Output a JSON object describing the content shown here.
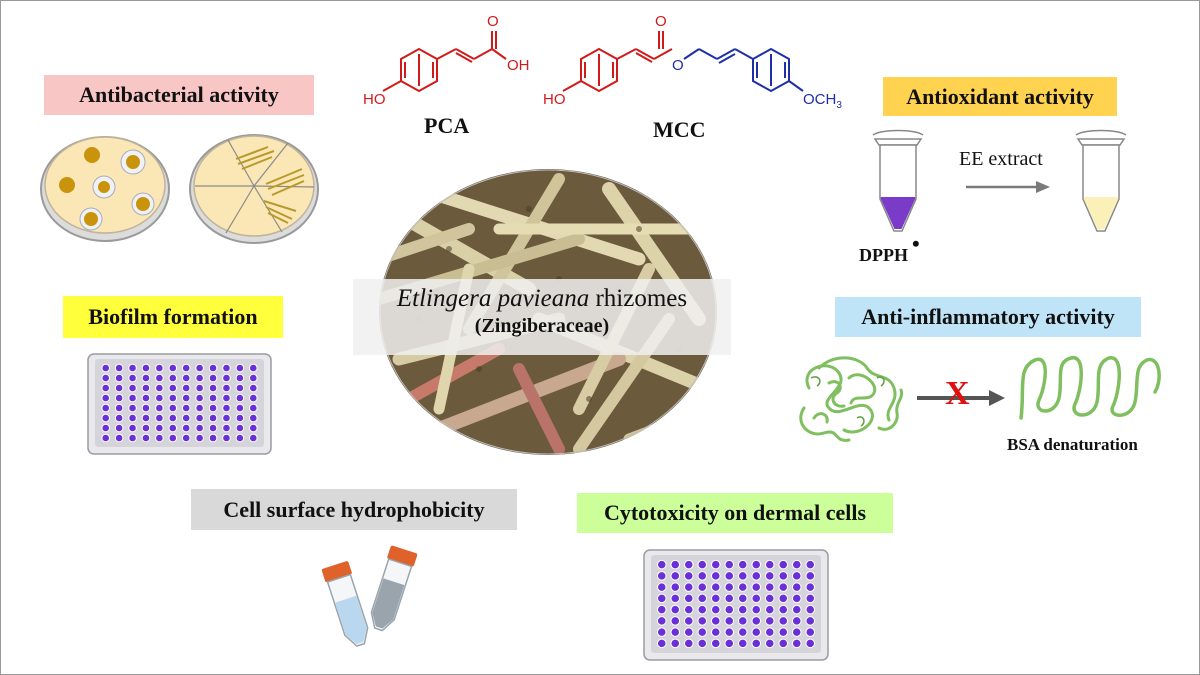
{
  "labels": {
    "antibacterial": "Antibacterial activity",
    "antioxidant": "Antioxidant activity",
    "biofilm": "Biofilm formation",
    "anti_inflammatory": "Anti-inflammatory activity",
    "hydrophobicity": "Cell surface hydrophobicity",
    "cytotoxicity": "Cytotoxicity on dermal cells"
  },
  "colors": {
    "antibacterial_bg": "#f9c6c6",
    "antioxidant_bg": "#ffd24f",
    "biofilm_bg": "#ffff3c",
    "anti_inflammatory_bg": "#bfe3f7",
    "hydrophobicity_bg": "#d9d9d9",
    "cytotoxicity_bg": "#ccff99",
    "pca_structure": "#d11a1a",
    "mcc_link": "#1f2fa8",
    "inhibition_x": "#e01010"
  },
  "compounds": {
    "pca": {
      "name": "PCA",
      "oh_left": "HO",
      "oh_right": "OH",
      "o_carbonyl": "O"
    },
    "mcc": {
      "name": "MCC",
      "oh_left": "HO",
      "o_carbonyl": "O",
      "o_ester": "O",
      "methoxy": "OCH",
      "methoxy_sub": "3"
    }
  },
  "center": {
    "genus_species": "Etlingera pavieana",
    "organ": "rhizomes",
    "family": "(Zingiberaceae)"
  },
  "antioxidant": {
    "arrow_label": "EE extract",
    "reagent": "DPPH",
    "reagent_mark": "•"
  },
  "anti_inflammatory": {
    "inhibit_mark": "X",
    "result": "BSA denaturation"
  }
}
